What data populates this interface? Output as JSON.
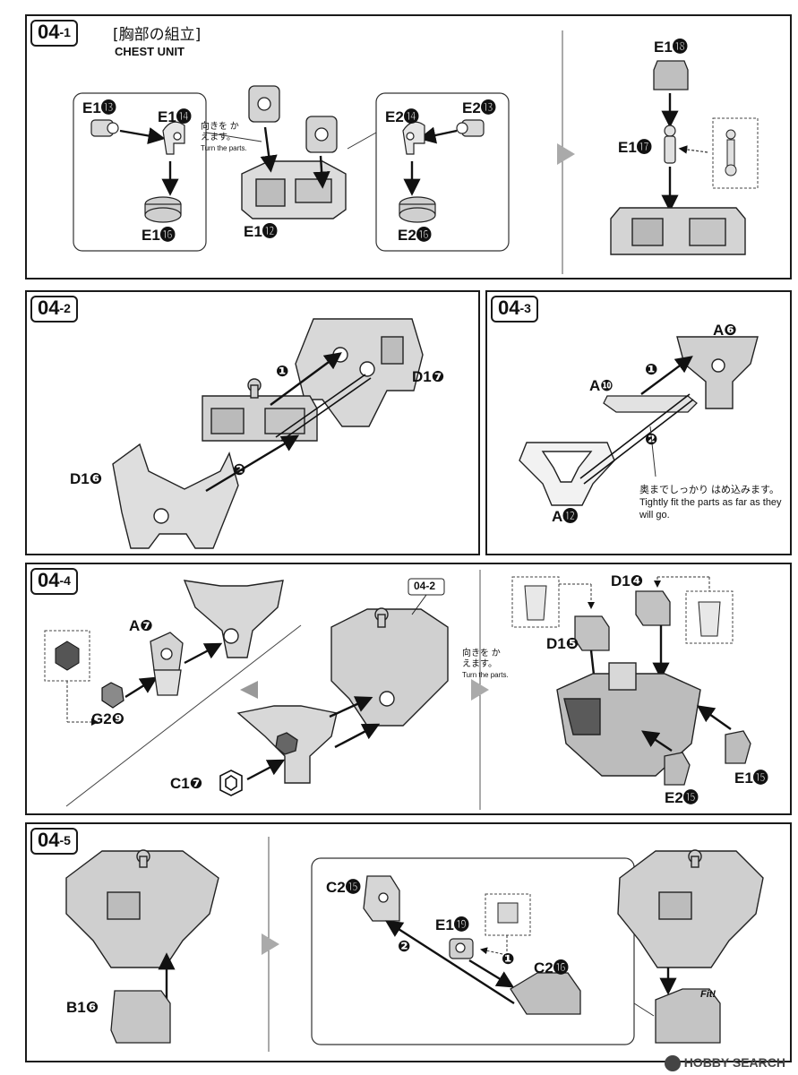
{
  "header": {
    "step_1": {
      "num": "04",
      "sub": "1",
      "title_jp": "[胸部の組立]",
      "title_en": "CHEST UNIT"
    },
    "step_2": {
      "num": "04",
      "sub": "2"
    },
    "step_3": {
      "num": "04",
      "sub": "3"
    },
    "step_4": {
      "num": "04",
      "sub": "4"
    },
    "step_5": {
      "num": "04",
      "sub": "5"
    }
  },
  "notes": {
    "turn_jp": "向きを かえます。",
    "turn_en": "Turn the parts.",
    "tight_jp": "奥までしっかり はめ込みます。",
    "tight_en": "Tightly fit the parts as far as they will go.",
    "fit_label": "Fit!"
  },
  "parts": {
    "s1": [
      "E1⓭",
      "E1⓮",
      "E1⓰",
      "E1⓬",
      "E2⓮",
      "E2⓭",
      "E2⓰",
      "E1⓲",
      "E1⓱"
    ],
    "s2": [
      "D1❼",
      "D1❻"
    ],
    "s3": [
      "A❻",
      "A❿",
      "A⓬"
    ],
    "s4": [
      "A❼",
      "G2❾",
      "C1❼",
      "D1❹",
      "D1❺",
      "E2⓯",
      "E1⓯"
    ],
    "s4_ref": "04-2",
    "s5": [
      "B1❻",
      "C2⓯",
      "E1⓳",
      "C2⓰"
    ]
  },
  "arrows": {
    "one": "❶",
    "two": "❷"
  },
  "footer": {
    "brand": "HOBBY SEARCH"
  }
}
